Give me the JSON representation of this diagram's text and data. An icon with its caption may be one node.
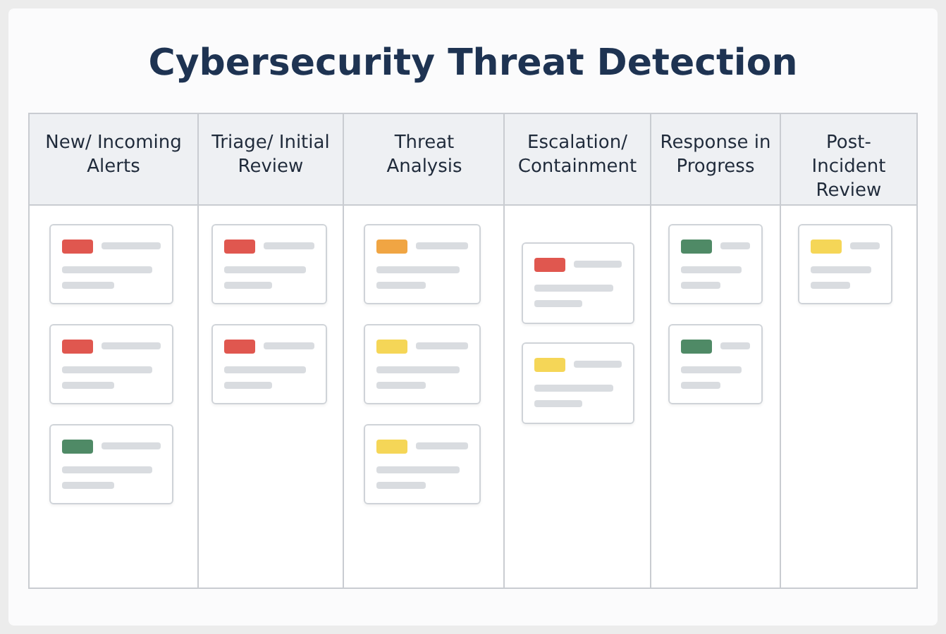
{
  "diagram": {
    "title": "Cybersecurity Threat Detection",
    "nodes": [
      {
        "text": [
          "New/ Incoming Alerts"
        ]
      },
      {
        "text": [
          "Triage/ Initial Review"
        ]
      },
      {
        "text": [
          "Threat Analysis"
        ]
      },
      {
        "text": [
          "Escalation/ Containment"
        ]
      },
      {
        "text": [
          "Response in Progress"
        ]
      },
      {
        "text": [
          "Post-Incident Review"
        ]
      },
      {
        "text": [],
        "shape": "box",
        "in": 0
      },
      {
        "text": [],
        "shape": "box",
        "in": 0
      },
      {
        "text": [],
        "shape": "box",
        "in": 0
      },
      {
        "text": [],
        "shape": "box",
        "in": 1
      },
      {
        "text": [],
        "shape": "box",
        "in": 1
      },
      {
        "text": [],
        "shape": "box",
        "in": 2
      },
      {
        "text": [],
        "shape": "box",
        "in": 2
      },
      {
        "text": [],
        "shape": "box",
        "in": 2
      },
      {
        "text": [],
        "shape": "box",
        "in": 3
      },
      {
        "text": [],
        "shape": "box",
        "in": 3
      },
      {
        "text": [],
        "shape": "box",
        "in": 4
      },
      {
        "text": [],
        "shape": "box",
        "in": 4
      },
      {
        "text": [],
        "shape": "box",
        "in": 5
      }
    ]
  }
}
